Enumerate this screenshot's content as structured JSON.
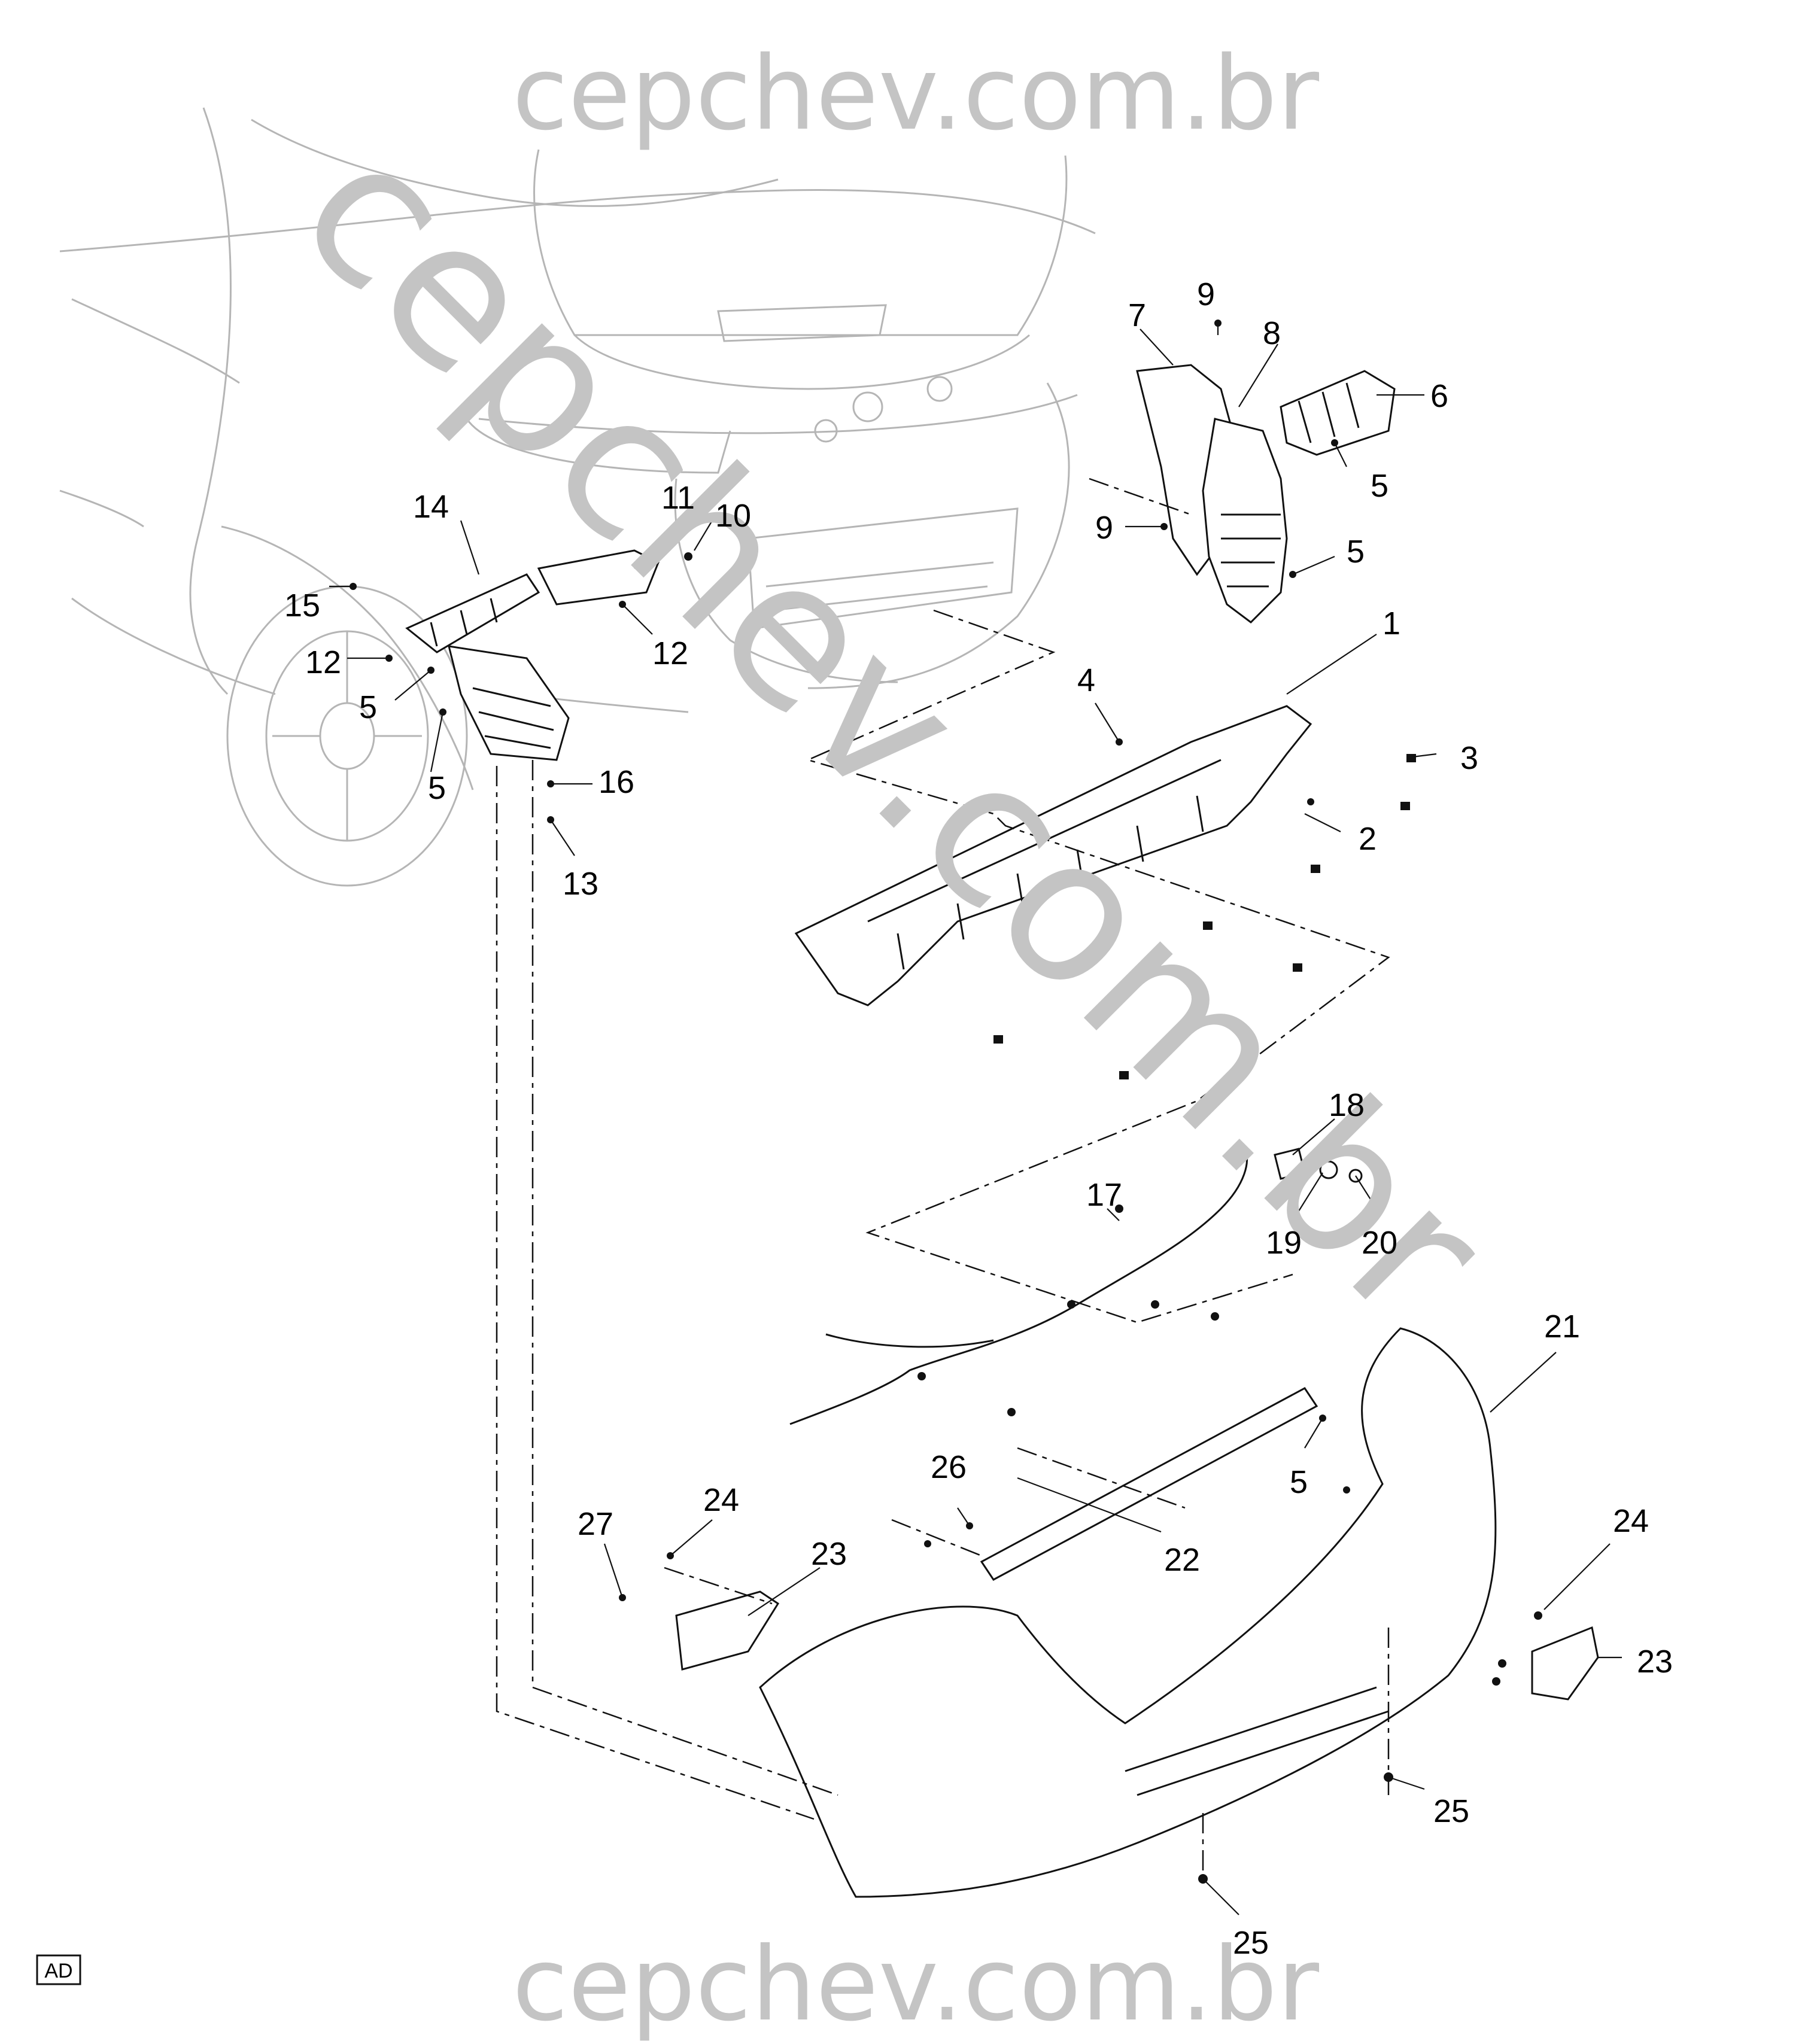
{
  "watermarks": {
    "top": "cepchev.com.br",
    "diagonal": "cepchev.com.br",
    "bottom": "cepchev.com.br"
  },
  "badge": "AD",
  "callouts": [
    "1",
    "2",
    "3",
    "4",
    "5",
    "5",
    "5",
    "5",
    "5",
    "5",
    "6",
    "7",
    "8",
    "9",
    "9",
    "10",
    "11",
    "12",
    "12",
    "13",
    "14",
    "15",
    "16",
    "17",
    "18",
    "19",
    "20",
    "21",
    "22",
    "23",
    "23",
    "24",
    "24",
    "25",
    "25",
    "26",
    "27"
  ]
}
